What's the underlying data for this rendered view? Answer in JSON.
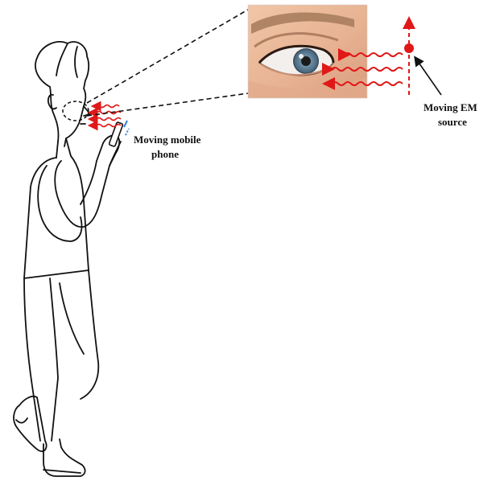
{
  "labels": {
    "phone_line1": "Moving mobile",
    "phone_line2": "phone",
    "source_line1": "Moving EM",
    "source_line2": "source"
  },
  "colors": {
    "wave": "#e01818",
    "source": "#e01818",
    "outline": "#111111",
    "phone_motion": "#3a7bd5",
    "skin": "#e9b89a",
    "iris": "#5e7f96"
  },
  "icons": {
    "person": "walking-person-illustration",
    "eye": "eye-closeup-photo",
    "source": "em-source-dot"
  }
}
